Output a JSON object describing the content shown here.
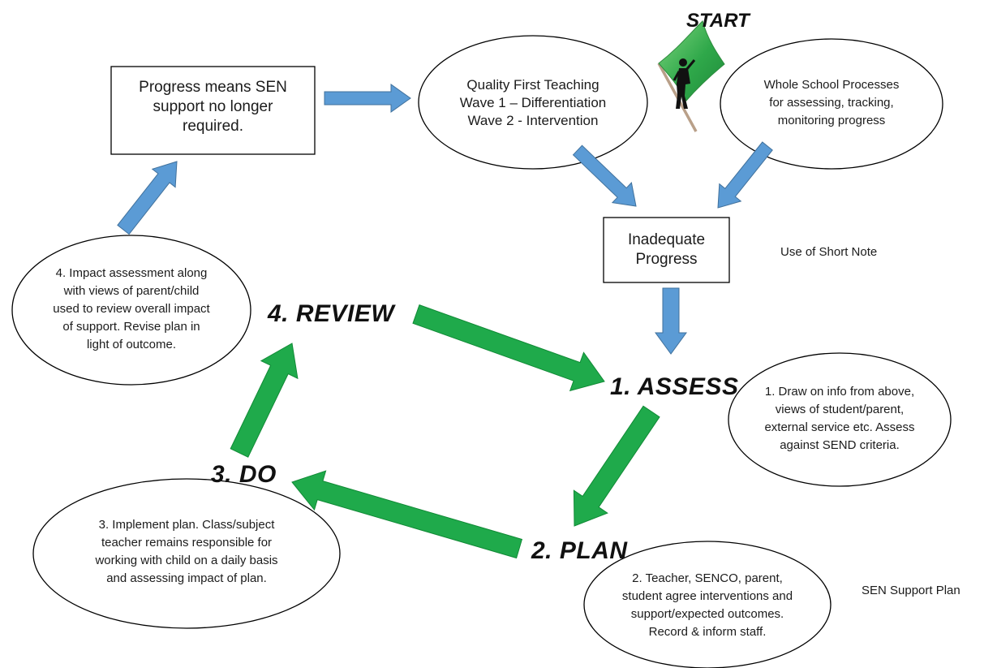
{
  "start_label": "START",
  "boxes": {
    "progress": [
      "Progress means SEN",
      "support no longer",
      "required."
    ],
    "inadequate": [
      "Inadequate",
      "Progress"
    ]
  },
  "ovals": {
    "quality_first": [
      "Quality First Teaching",
      "Wave 1 – Differentiation",
      "Wave 2 - Intervention"
    ],
    "whole_school": [
      "Whole School Processes",
      "for assessing, tracking,",
      "monitoring progress"
    ],
    "impact": [
      "4. Impact assessment along",
      "with views of parent/child",
      "used to review overall impact",
      "of support.  Revise plan in",
      "light of outcome."
    ],
    "assess_desc": [
      "1. Draw on info from above,",
      "views of student/parent,",
      "external service etc.  Assess",
      "against SEND criteria."
    ],
    "implement": [
      "3. Implement plan.  Class/subject",
      "teacher remains responsible for",
      "working with child on a daily basis",
      "and assessing impact of plan."
    ],
    "plan_desc": [
      "2. Teacher, SENCO, parent,",
      "student agree interventions and",
      "support/expected outcomes.",
      "Record & inform staff."
    ]
  },
  "steps": {
    "review": "4. REVIEW",
    "assess": "1. ASSESS",
    "do": "3. DO",
    "plan": "2. PLAN"
  },
  "notes": {
    "short_note": "Use of Short Note",
    "sen_support_plan": "SEN Support Plan"
  },
  "colors": {
    "blue_arrow": "#5b9bd5",
    "blue_arrow_stroke": "#41719c",
    "green_arrow": "#1faa4b",
    "green_arrow_stroke": "#118a36",
    "flag": "#3cb54a",
    "outline": "#000000"
  },
  "icons": {
    "start": "start-flag-icon"
  }
}
